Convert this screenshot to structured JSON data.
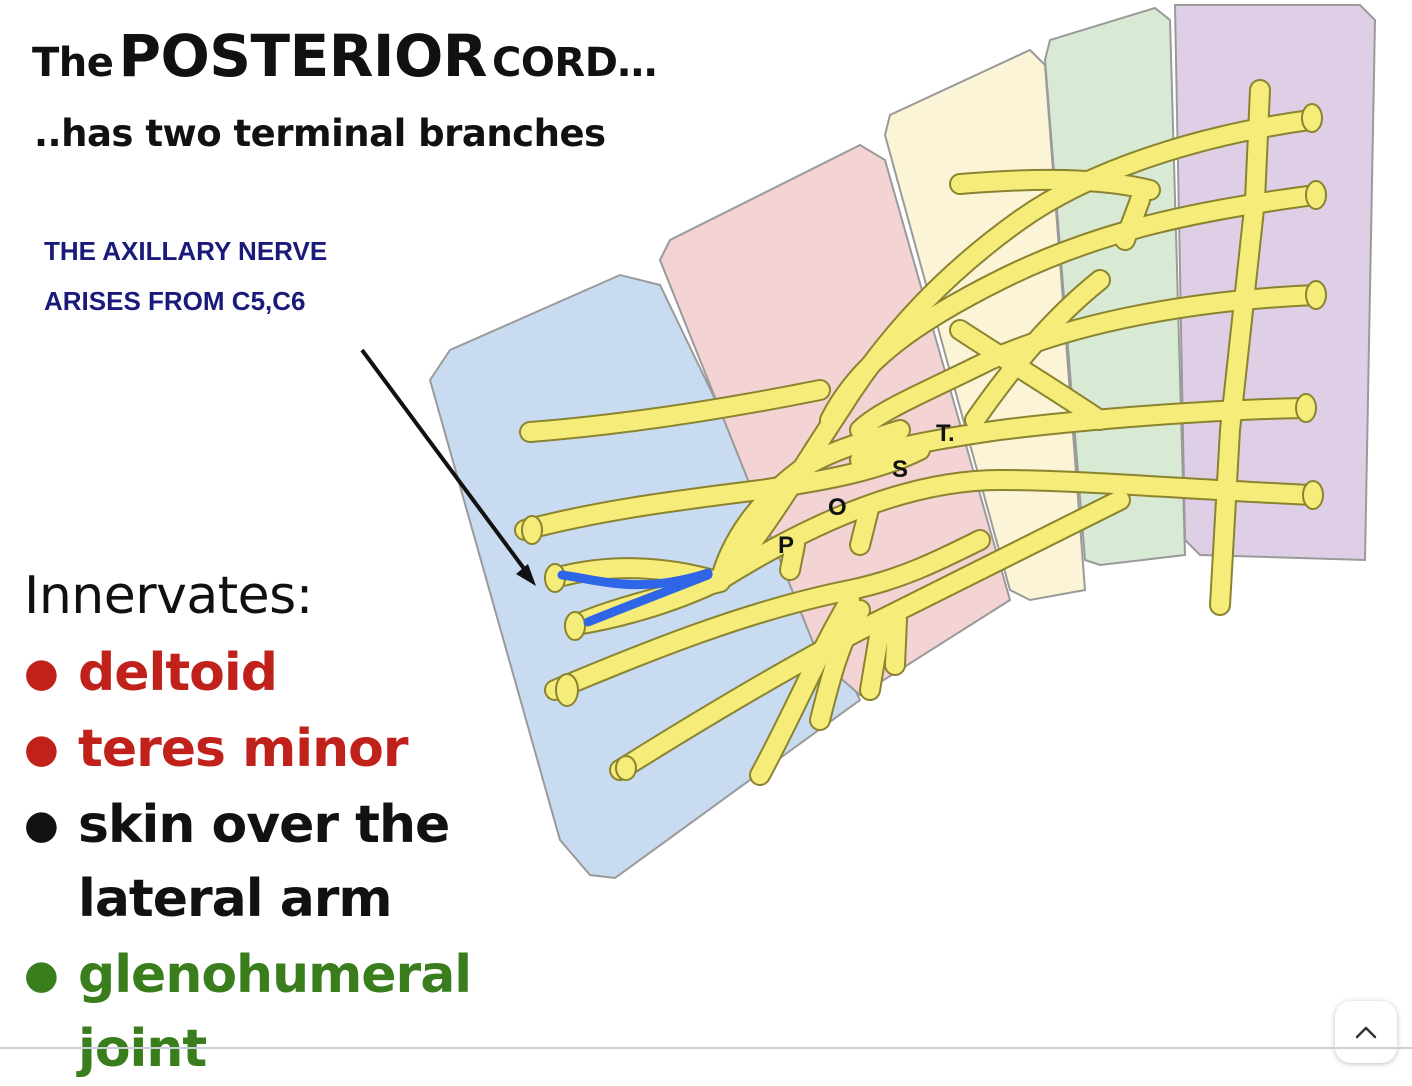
{
  "title": {
    "prefix": "The",
    "main": "POSTERIOR",
    "suffix": "CORD…"
  },
  "subtitle": "..has two terminal branches",
  "note": {
    "line1": "THE AXILLARY NERVE",
    "line2": "ARISES FROM C5,C6"
  },
  "innervates": {
    "heading": "Innervates:",
    "items": [
      {
        "text": "deltoid",
        "color": "#c0221b"
      },
      {
        "text": "teres minor",
        "color": "#c0221b"
      },
      {
        "text": "skin over the lateral arm",
        "color": "#111111"
      },
      {
        "text": "glenohumeral joint",
        "color": "#3a7d1c"
      }
    ]
  },
  "diagram": {
    "labels": [
      "P",
      "O",
      "S",
      "T."
    ],
    "colors": {
      "nerve": "#f6ec7a",
      "nerve_outline": "#8a8330",
      "region_1": "#c9dbf0",
      "region_2": "#f3d3d3",
      "region_3": "#fbf4d6",
      "region_4": "#d9ead4",
      "region_5": "#dfcfe6",
      "highlight": "#2f66e8",
      "arrow": "#111111"
    }
  },
  "scroll_top_icon": "chevron-up-icon"
}
